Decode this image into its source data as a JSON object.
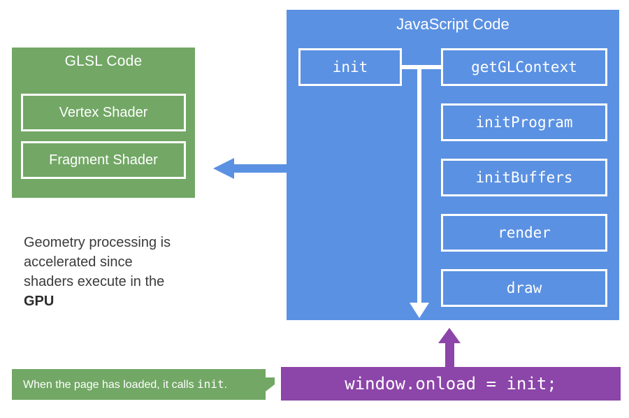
{
  "glsl_panel": {
    "title": "GLSL Code",
    "color": "#72a765",
    "boxes": [
      {
        "label": "Vertex Shader"
      },
      {
        "label": "Fragment Shader"
      }
    ]
  },
  "note": {
    "line1": "Geometry processing is accelerated since shaders execute in the ",
    "emphasis": "GPU"
  },
  "callout": {
    "text_before": "When the page has loaded, it calls ",
    "code": "init",
    "text_after": ".",
    "color": "#72a765"
  },
  "js_panel": {
    "title": "JavaScript Code",
    "color": "#5b91e2",
    "entry": {
      "label": "init"
    },
    "functions": [
      {
        "label": "getGLContext"
      },
      {
        "label": "initProgram"
      },
      {
        "label": "initBuffers"
      },
      {
        "label": "render"
      },
      {
        "label": "draw"
      }
    ]
  },
  "onload": {
    "code": "window.onload = init;",
    "color": "#8c45a9"
  },
  "arrows": {
    "shader_arrow_color": "#5b91e2",
    "flow_arrow_color": "#ffffff",
    "onload_arrow_color": "#8c45a9"
  }
}
